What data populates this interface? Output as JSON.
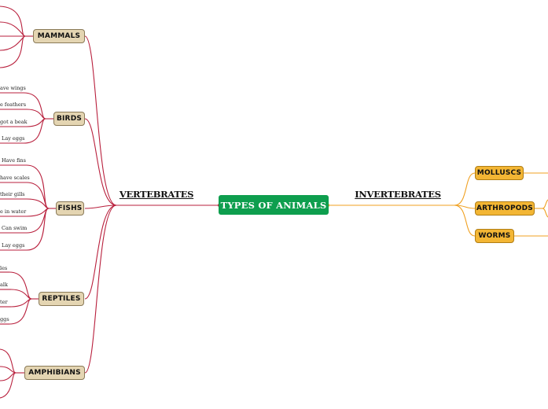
{
  "root": {
    "label": "TYPES OF ANIMALS"
  },
  "vertebrates": {
    "label": "VERTEBRATES",
    "color": "#b81f3c",
    "groups": [
      {
        "label": "MAMMALS",
        "leaves": []
      },
      {
        "label": "BIRDS",
        "leaves": [
          "ave wings",
          "e feathers",
          "got a beak",
          "Lay eggs"
        ]
      },
      {
        "label": "FISHS",
        "leaves": [
          "Have fins",
          "have scales",
          "their gills",
          "e in water",
          "Can swim",
          "Lay eggs"
        ]
      },
      {
        "label": "REPTILES",
        "leaves": [
          "les",
          "alk",
          "ter",
          "ggs"
        ]
      },
      {
        "label": "AMPHIBIANS",
        "leaves": []
      }
    ]
  },
  "invertebrates": {
    "label": "INVERTEBRATES",
    "color": "#f0a020",
    "groups": [
      {
        "label": "MOLLUSCS"
      },
      {
        "label": "ARTHROPODS"
      },
      {
        "label": "WORMS"
      }
    ]
  },
  "colors": {
    "root_fill": "#0e9e4e",
    "vertebrate_node_fill": "#e4d5b2",
    "invertebrate_node_fill": "#f3b634"
  }
}
